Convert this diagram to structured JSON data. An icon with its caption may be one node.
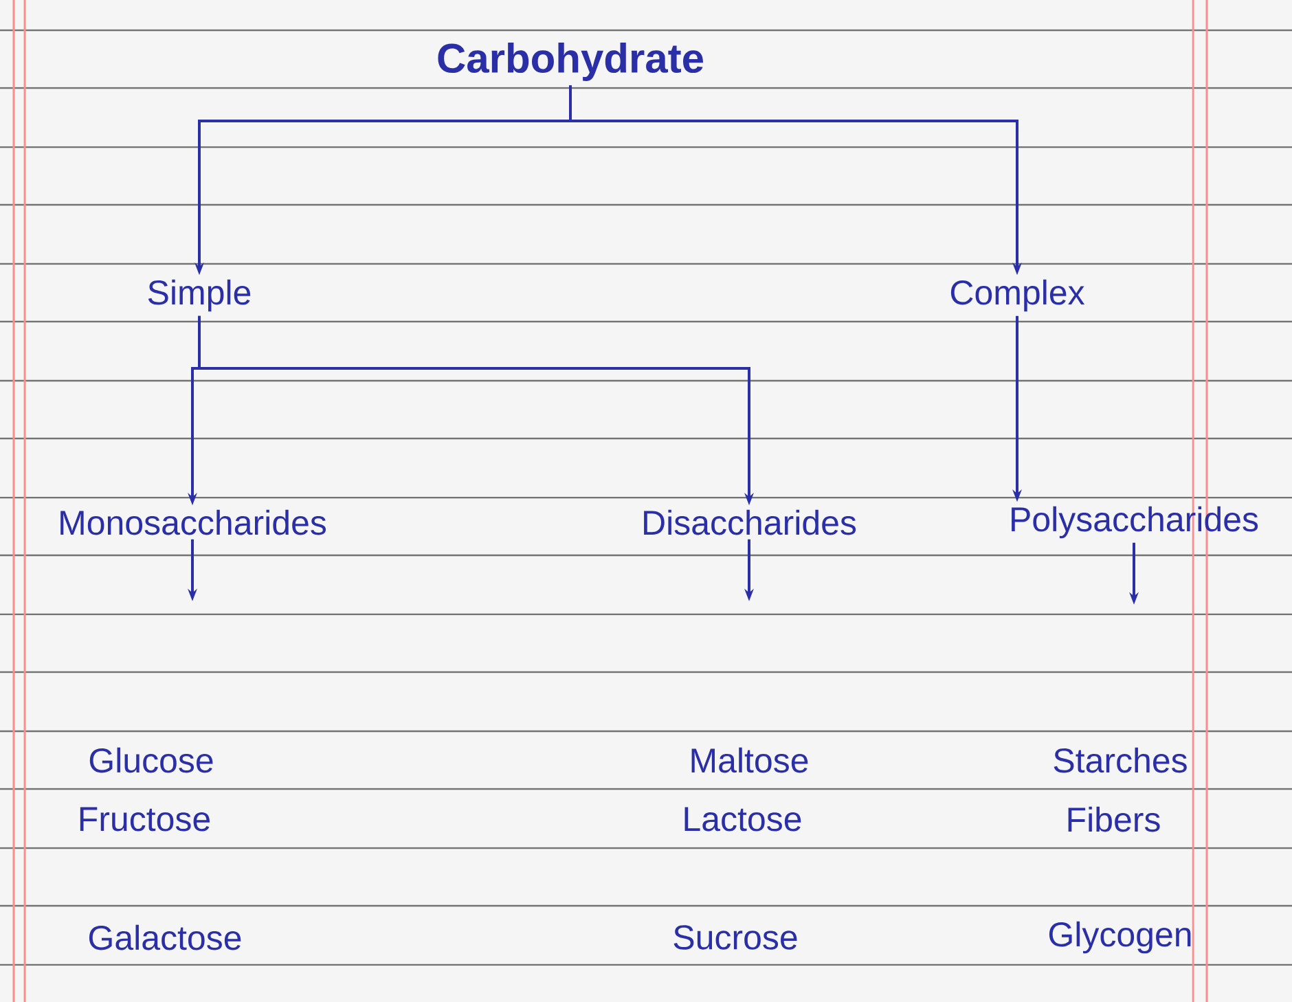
{
  "diagram": {
    "nodes": [
      {
        "text": [
          "Carbohydrate"
        ]
      },
      {
        "text": [
          "Simple"
        ]
      },
      {
        "text": [
          "Complex"
        ]
      },
      {
        "text": [
          "Monosaccharides"
        ]
      },
      {
        "text": [
          "Disaccharides"
        ]
      },
      {
        "text": [
          "Polysaccharides"
        ]
      },
      {
        "text": [
          "Glucose"
        ]
      },
      {
        "text": [
          "Fructose"
        ]
      },
      {
        "text": [
          "Galactose"
        ]
      },
      {
        "text": [
          "Maltose"
        ]
      },
      {
        "text": [
          "Lactose"
        ]
      },
      {
        "text": [
          "Sucrose"
        ]
      },
      {
        "text": [
          "Starches"
        ]
      },
      {
        "text": [
          "Fibers"
        ]
      },
      {
        "text": [
          "Glycogen"
        ]
      }
    ],
    "edges": [
      {
        "from": 0,
        "to": 1,
        "arrow": "to"
      },
      {
        "from": 0,
        "to": 2,
        "arrow": "to"
      },
      {
        "from": 1,
        "to": 3,
        "arrow": "to"
      },
      {
        "from": 1,
        "to": 4,
        "arrow": "to"
      },
      {
        "from": 2,
        "to": 5,
        "arrow": "to"
      },
      {
        "from": 3,
        "to": null,
        "arrow": "to"
      },
      {
        "from": 4,
        "to": null,
        "arrow": "to"
      },
      {
        "from": 5,
        "to": null,
        "arrow": "to"
      }
    ]
  }
}
